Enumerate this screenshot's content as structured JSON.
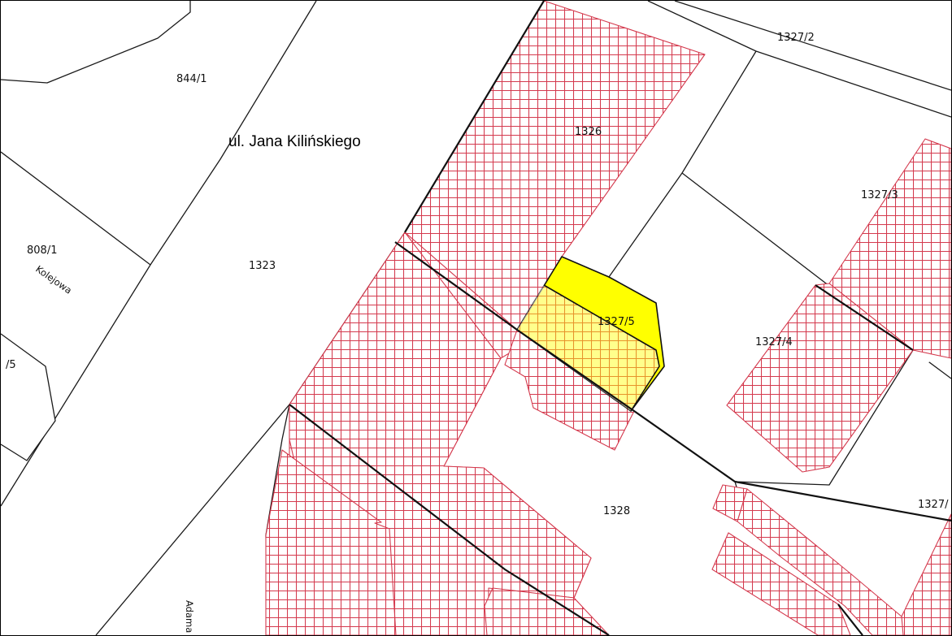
{
  "colors": {
    "building_hatch": "#d43a4e",
    "highlight_fill": "#ffff00",
    "boundary": "#1a1a1a",
    "background": "#ffffff"
  },
  "parcels": {
    "p844_1": "844/1",
    "p1326": "1326",
    "p1327_2": "1327/2",
    "p1327_3": "1327/3",
    "p808_1": "808/1",
    "p1323": "1323",
    "p1327_5": "1327/5",
    "p1327_4": "1327/4",
    "p_5": "/5",
    "p1328": "1328",
    "p1327_right": "1327/"
  },
  "streets": {
    "kilinskiego": "ul. Jana Kilińskiego",
    "kolejowa": "Kolejowa",
    "adama": "Adama Mic"
  },
  "highlight": {
    "parcel": "1327/5"
  }
}
